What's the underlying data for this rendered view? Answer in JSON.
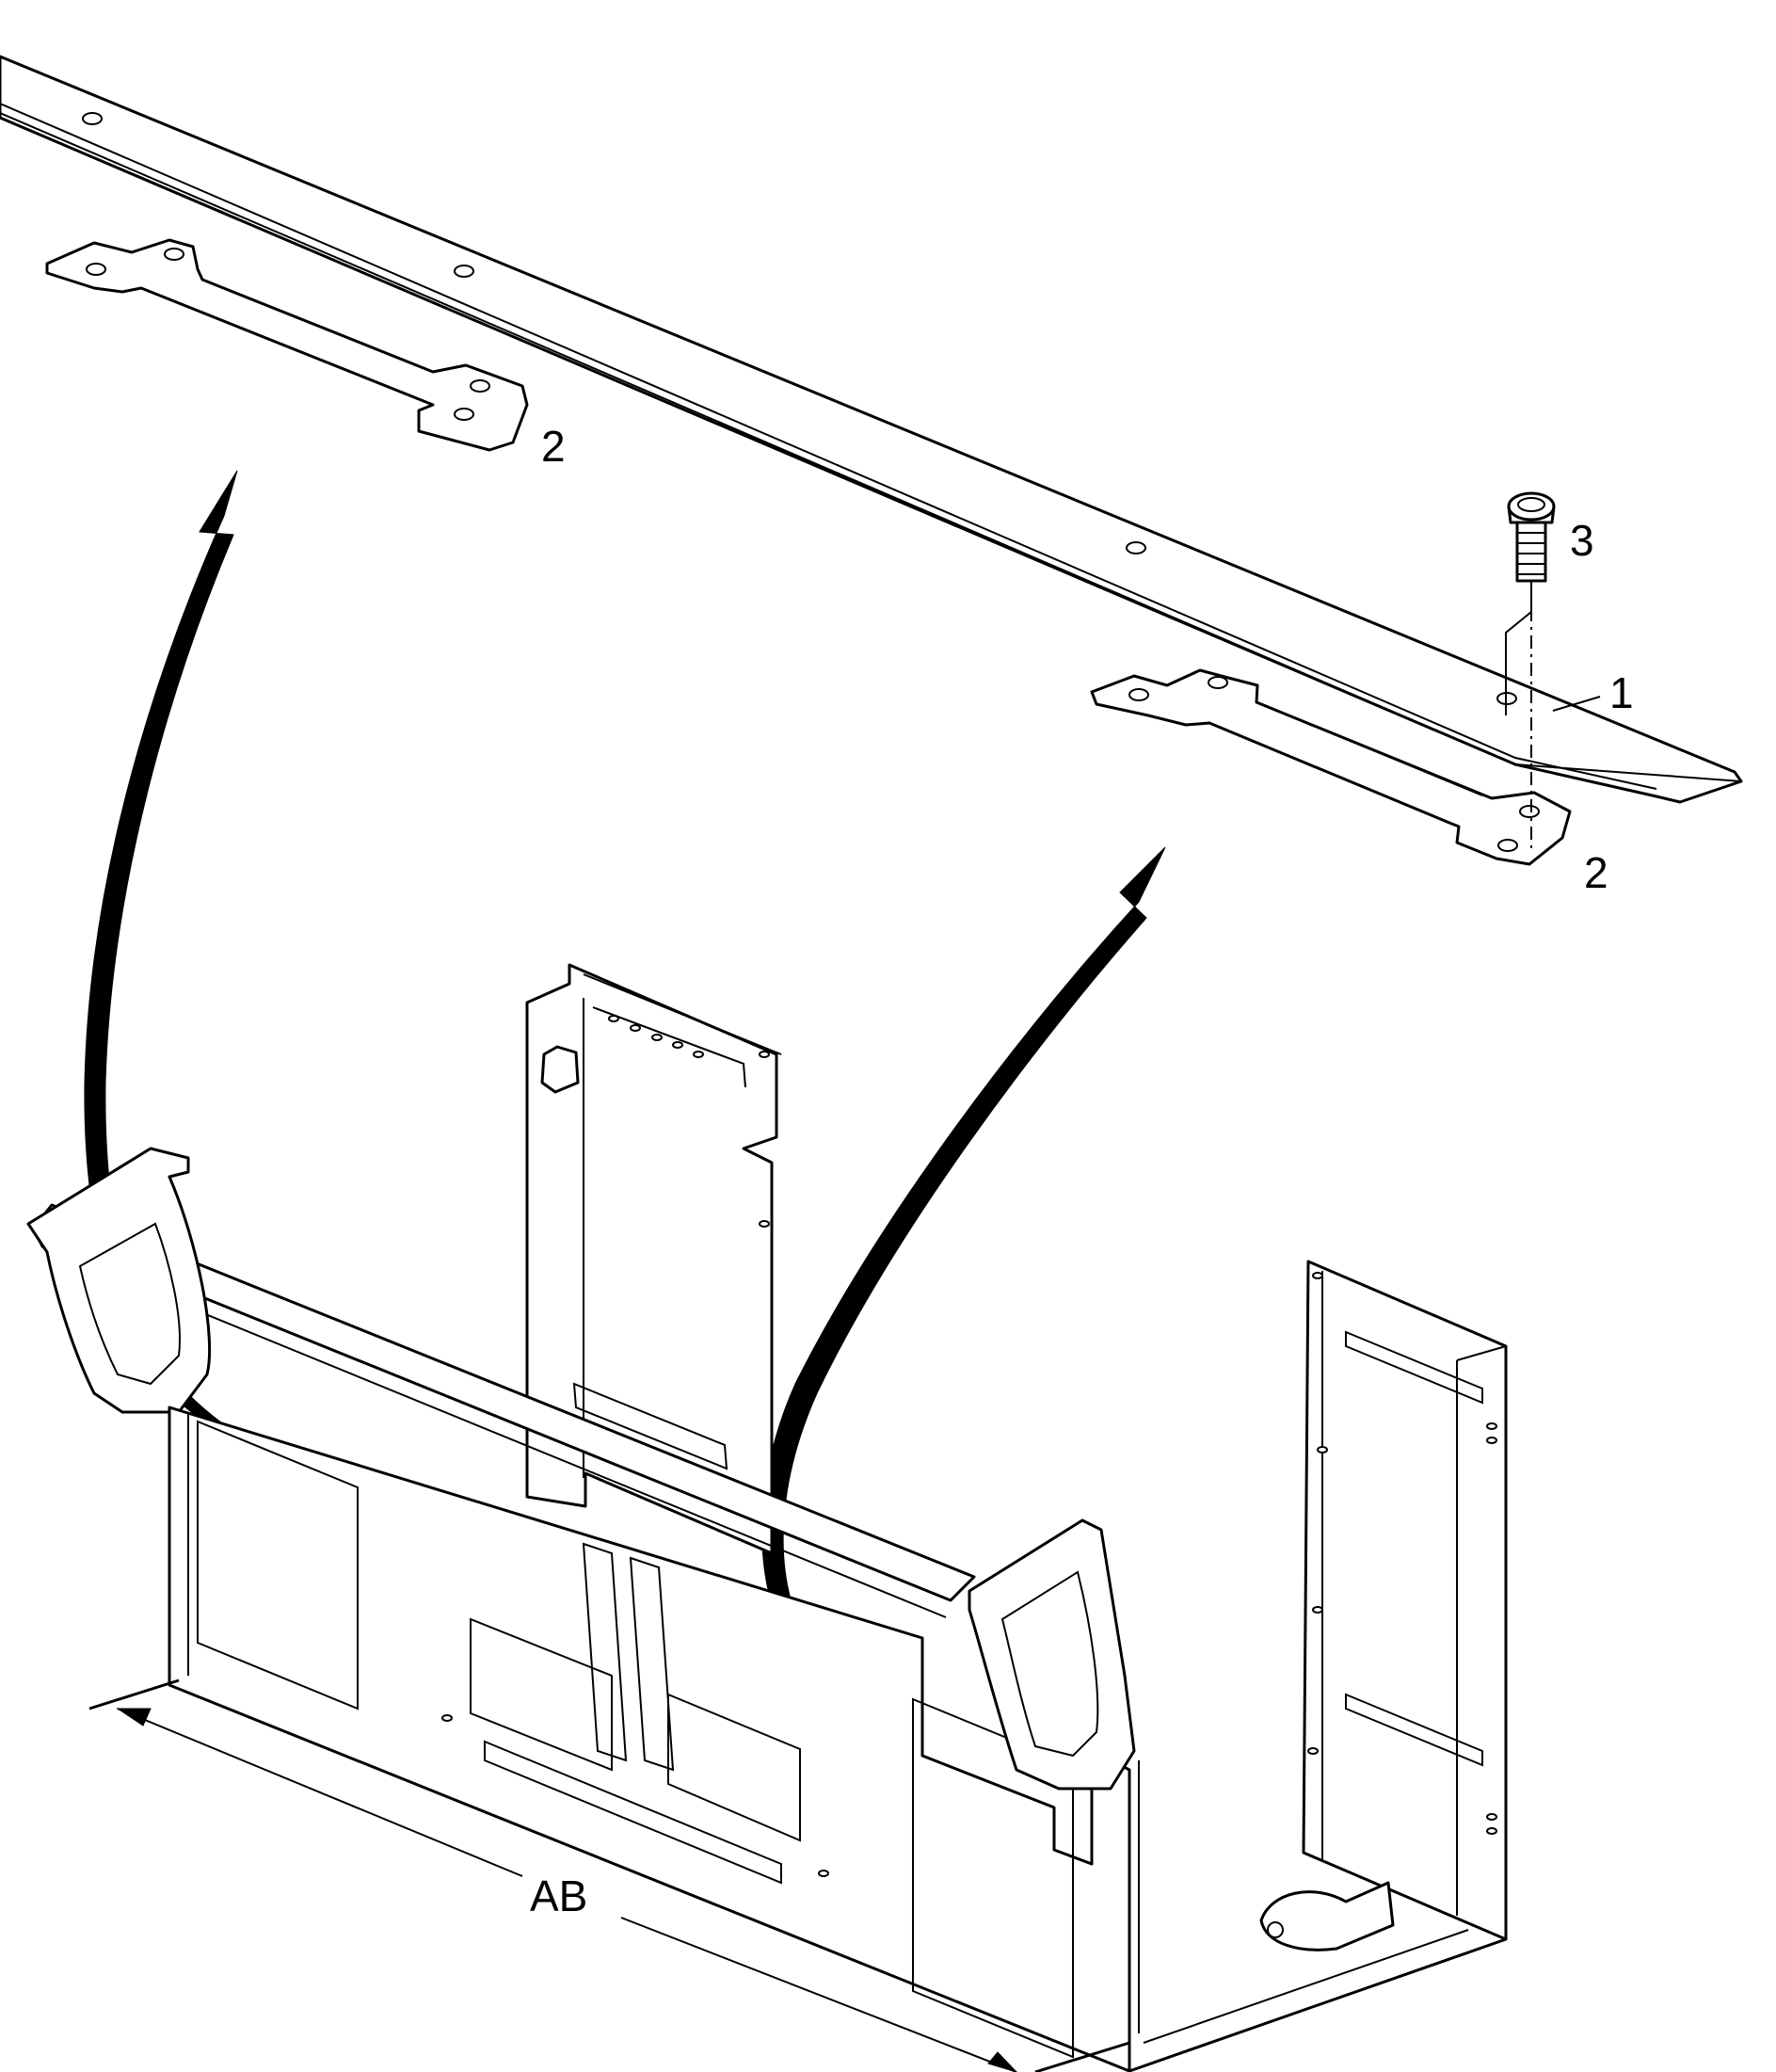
{
  "diagram": {
    "callouts": {
      "item_1": "1",
      "item_2_upper": "2",
      "item_2_lower": "2",
      "item_3": "3"
    },
    "dimension_label": "AB"
  },
  "colors": {
    "line": "#000000",
    "background": "#ffffff"
  }
}
